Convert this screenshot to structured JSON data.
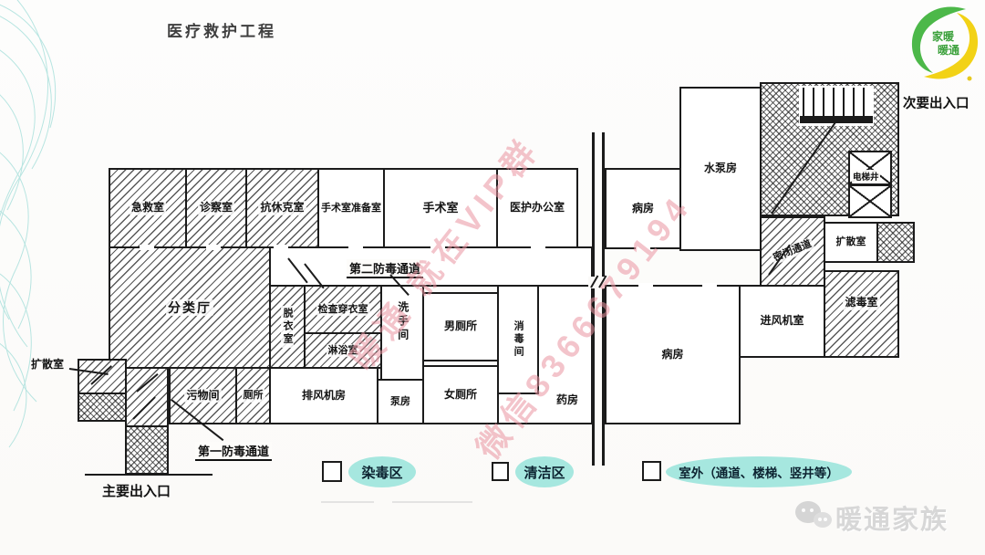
{
  "branding": {
    "title": "医疗救护工程",
    "logo_line1": "家暖",
    "logo_line2": "暖通",
    "footer": "暖通家族"
  },
  "watermark": {
    "line1": "暖通 就在VIP群",
    "line2": "微信8366679194"
  },
  "rooms": {
    "emergency": {
      "label": "急救室"
    },
    "exam": {
      "label": "诊察室"
    },
    "anti_shock": {
      "label": "抗休克室"
    },
    "or_prep": {
      "label": "手术室准备室"
    },
    "operating": {
      "label": "手术室"
    },
    "medical_office": {
      "label": "医护办公室"
    },
    "ward_upper": {
      "label": "病房"
    },
    "water_pump": {
      "label": "水泵房"
    },
    "classification_hall": {
      "label": "分类厅"
    },
    "undressing": {
      "label": "脱衣室"
    },
    "inspection_dressing": {
      "label": "检查穿衣室"
    },
    "shower": {
      "label": "淋浴室"
    },
    "washroom": {
      "label": "洗手间"
    },
    "mens_toilet": {
      "label": "男厕所"
    },
    "disinfection": {
      "label": "消毒间"
    },
    "pharmacy": {
      "label": "药房"
    },
    "womens_toilet": {
      "label": "女厕所"
    },
    "pump": {
      "label": "泵房"
    },
    "exhaust_fan": {
      "label": "排风机房"
    },
    "toilet": {
      "label": "厕所"
    },
    "waste": {
      "label": "污物间"
    },
    "ward_lower": {
      "label": "病房"
    },
    "sealed_passage": {
      "label": "密闭通道"
    },
    "diffusion_right": {
      "label": "扩散室"
    },
    "filter": {
      "label": "滤毒室"
    },
    "intake_fan": {
      "label": "进风机室"
    },
    "elevator_shaft": {
      "label": "电梯井"
    },
    "diffusion_left": {
      "label": "扩散室"
    }
  },
  "annotations": {
    "second_gas_corridor": "第二防毒通道",
    "first_gas_corridor": "第一防毒通道",
    "main_entrance": "主要出入口",
    "secondary_entrance": "次要出入口"
  },
  "legend": {
    "contaminated": "染毒区",
    "clean": "清洁区",
    "outdoor": "室外（通道、楼梯、竖井等）"
  },
  "colors": {
    "ink": "#1b1b1b",
    "legend_highlight": "#a6e7df",
    "watermark_pink": "#e994a0",
    "logo_green": "#4cb849",
    "logo_yellow": "#f2d216",
    "footer_gray": "#d7d7d7"
  }
}
